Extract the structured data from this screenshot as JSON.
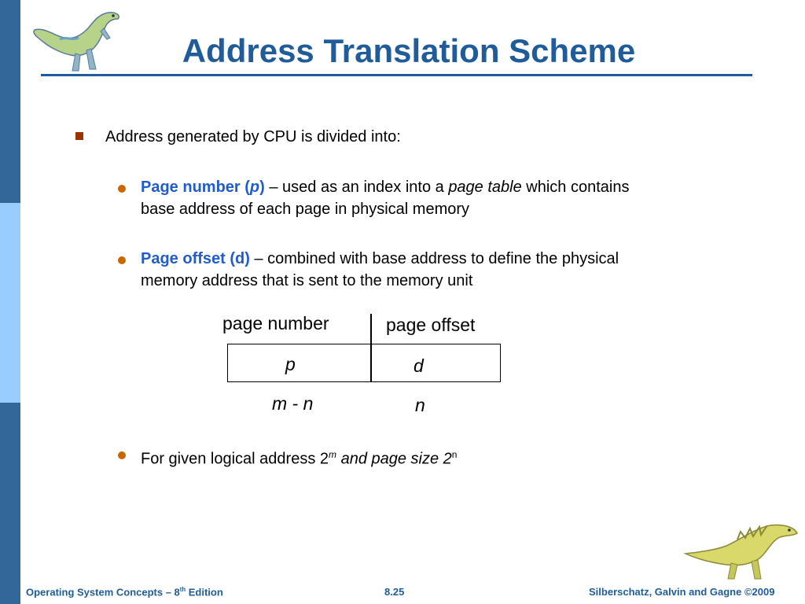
{
  "title": "Address Translation Scheme",
  "main_bullet": "Address generated by CPU is divided into:",
  "page_number_item": {
    "term_start": "Page number (",
    "term_var": "p",
    "term_end": ")",
    "text_a": " – used as an index into a ",
    "text_italic": "page table",
    "text_b": " which contains base address of each page in physical memory"
  },
  "page_offset_item": {
    "term": "Page offset (d)",
    "text": " – combined with base address to define the physical memory address that is sent to the memory unit"
  },
  "diagram": {
    "header_left": "page number",
    "header_right": "page offset",
    "cell_left": "p",
    "cell_right": "d",
    "width_left": "m - n",
    "width_right": "n"
  },
  "last_item": {
    "text_a": "For given logical address 2",
    "sup_m": "m",
    "text_italic": " and page size 2",
    "sup_n": "n"
  },
  "footer": {
    "left_a": "Operating System Concepts – 8",
    "left_sup": "th",
    "left_b": " Edition",
    "center": "8.25",
    "right": "Silberschatz, Galvin and Gagne ©2009"
  },
  "colors": {
    "title": "#1f5c99",
    "sidebar_dark": "#336699",
    "sidebar_light": "#99ccff",
    "term_highlight": "#1f5ccc",
    "bullet_square": "#993300",
    "bullet_dot": "#cc6600"
  },
  "icons": [
    "dinosaur-logo-icon",
    "dinosaur-footer-icon"
  ]
}
